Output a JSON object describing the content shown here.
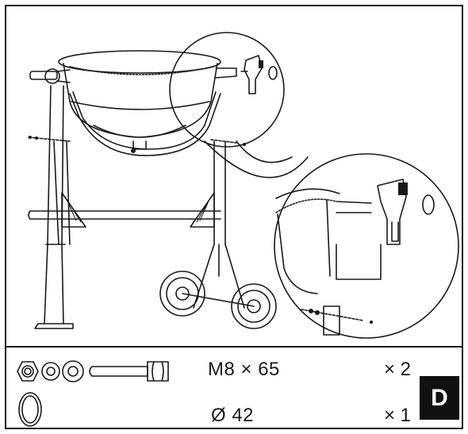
{
  "parts": [
    {
      "spec": "M8 × 65",
      "quantity": "× 2"
    },
    {
      "spec": "Ø 42",
      "quantity": "× 1"
    }
  ],
  "step_label": "D",
  "icons": {
    "hardware_set": "hex-nut-washers-bolt",
    "ring": "circlip-ring"
  },
  "colors": {
    "line": "#1a1a1a",
    "badge": "#111111"
  }
}
